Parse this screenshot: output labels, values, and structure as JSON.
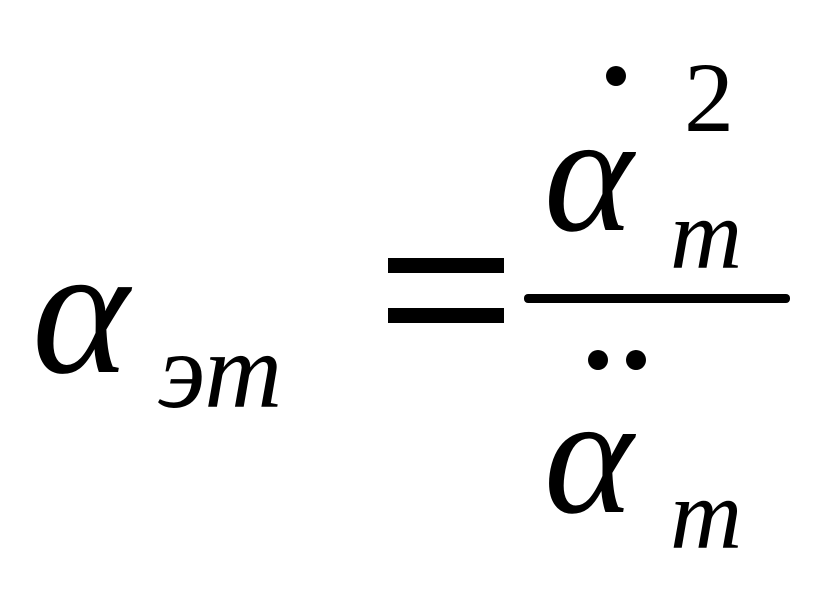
{
  "equation": {
    "lhs": {
      "symbol": "α",
      "subscript": "эт"
    },
    "relation": "=",
    "rhs": {
      "numerator": {
        "symbol": "α",
        "accent": "dot",
        "subscript": "m",
        "superscript": "2"
      },
      "denominator": {
        "symbol": "α",
        "accent": "double-dot",
        "subscript": "m"
      }
    }
  }
}
